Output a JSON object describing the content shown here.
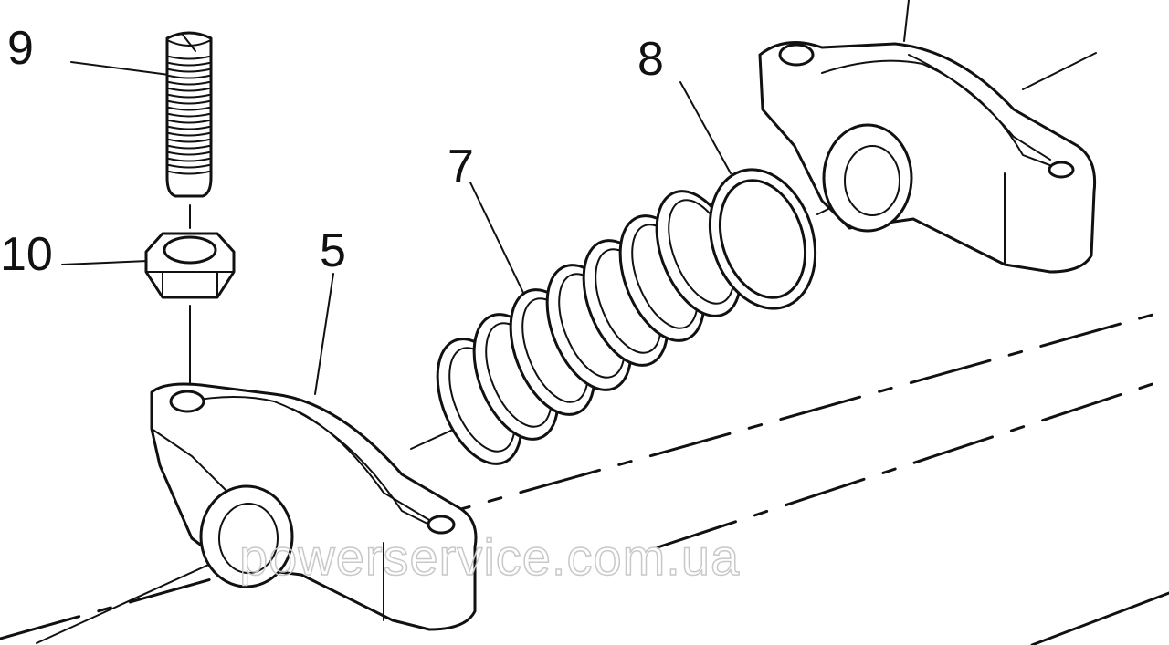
{
  "labels": {
    "bolt": "9",
    "nut": "10",
    "rocker_left": "5",
    "spring": "7",
    "washer": "8"
  },
  "watermark": "powerservice.com.ua",
  "icons": {
    "bolt": "threaded-adjusting-screw-icon",
    "nut": "hex-nut-icon",
    "rocker_left": "rocker-arm-icon",
    "rocker_right": "rocker-arm-icon",
    "spring": "coil-spring-icon",
    "washer": "ring-washer-icon"
  }
}
